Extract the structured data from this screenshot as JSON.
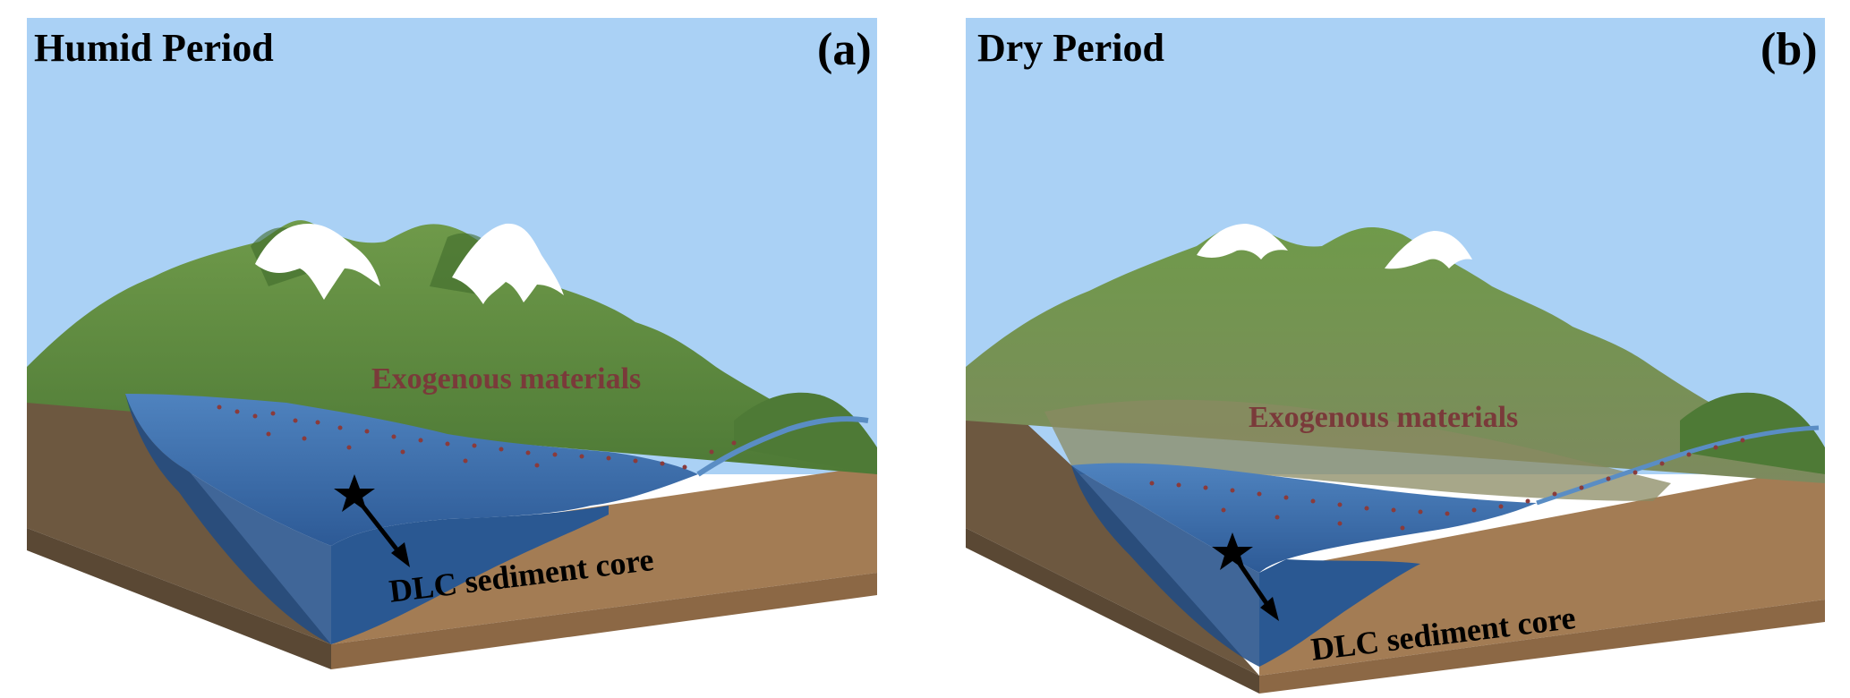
{
  "panels": [
    {
      "title": "Humid Period",
      "letter": "(a)",
      "exogenous_label": "Exogenous materials",
      "core_label": "DLC sediment core"
    },
    {
      "title": "Dry Period",
      "letter": "(b)",
      "exogenous_label": "Exogenous materials",
      "core_label": "DLC sediment core"
    }
  ],
  "colors": {
    "sky": "#aad1f5",
    "mountain_green": "#5d8a3c",
    "mountain_dark": "#3f6b2c",
    "snow": "#ffffff",
    "lake_blue": "#3f72ad",
    "lake_deep": "#1f4b86",
    "soil": "#a37c54",
    "soil_dark": "#6d5840",
    "exogenous_text": "#7a3a3a",
    "particle": "#8a3b3b"
  },
  "icons": [
    "star-icon",
    "arrow-icon"
  ]
}
